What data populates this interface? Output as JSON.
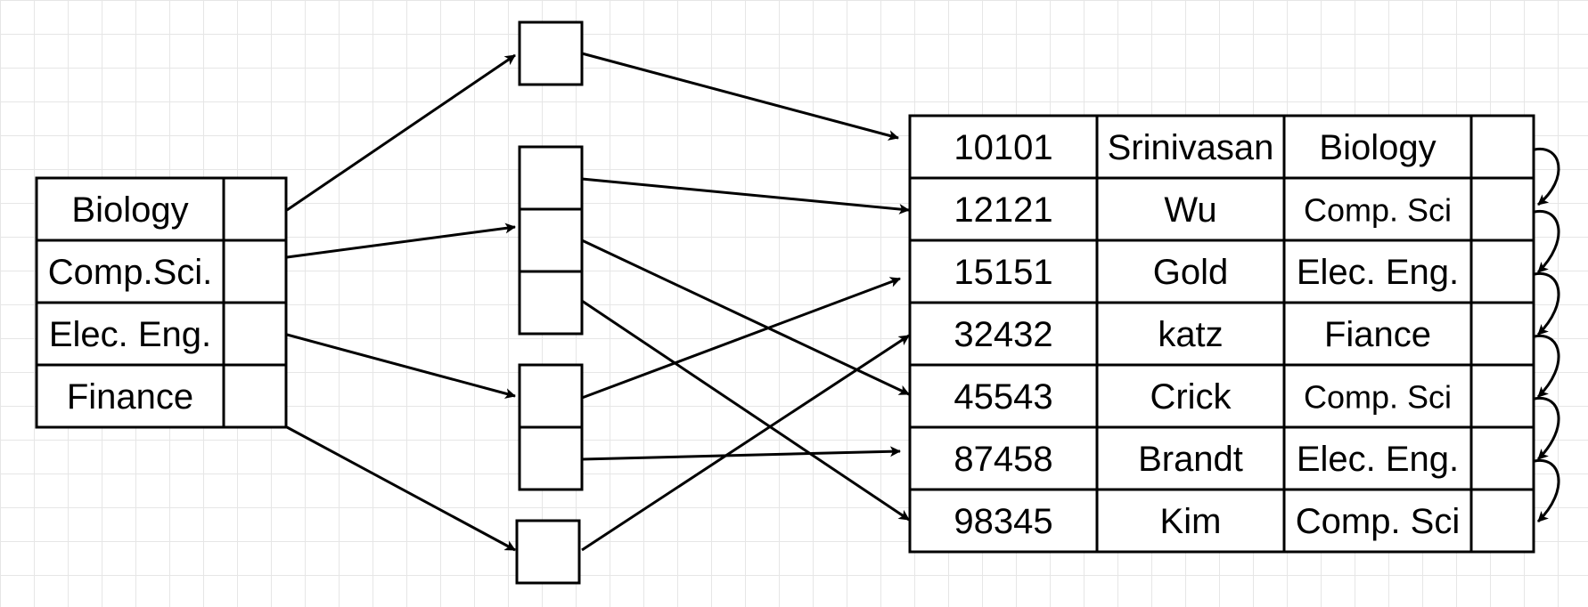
{
  "department_index": {
    "rows": [
      {
        "label": "Biology"
      },
      {
        "label": "Comp.Sci."
      },
      {
        "label": "Elec. Eng."
      },
      {
        "label": "Finance"
      }
    ]
  },
  "bucket_groups": [
    {
      "slots": 1
    },
    {
      "slots": 3
    },
    {
      "slots": 2
    },
    {
      "slots": 1
    }
  ],
  "instructor_table": {
    "rows": [
      {
        "id": "10101",
        "name": "Srinivasan",
        "dept": "Biology"
      },
      {
        "id": "12121",
        "name": "Wu",
        "dept": "Comp. Sci"
      },
      {
        "id": "15151",
        "name": "Gold",
        "dept": "Elec. Eng."
      },
      {
        "id": "32432",
        "name": "katz",
        "dept": "Fiance"
      },
      {
        "id": "45543",
        "name": "Crick",
        "dept": "Comp. Sci"
      },
      {
        "id": "87458",
        "name": "Brandt",
        "dept": "Elec. Eng."
      },
      {
        "id": "98345",
        "name": "Kim",
        "dept": "Comp. Sci"
      }
    ]
  },
  "colors": {
    "stroke": "#000000",
    "fill": "#ffffff",
    "grid": "#e6e6e6"
  }
}
